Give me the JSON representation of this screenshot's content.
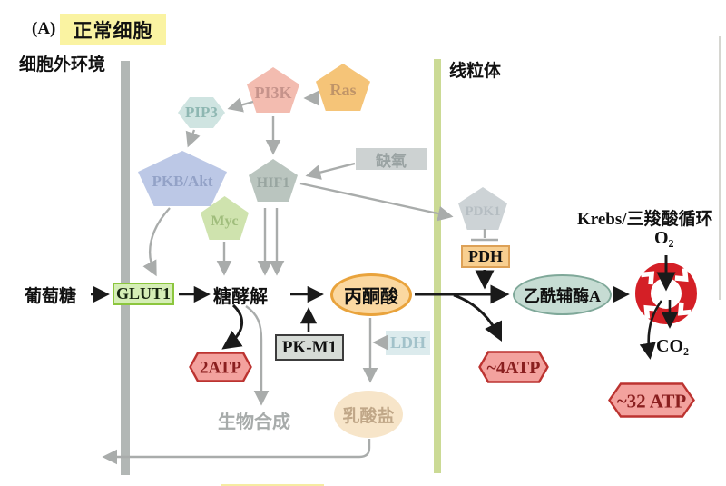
{
  "panel": {
    "label": "(A)",
    "title": "正常细胞"
  },
  "regions": {
    "extracellular": "细胞外环境",
    "mitochondria": "线粒体"
  },
  "signaling": {
    "pi3k": "PI3K",
    "ras": "Ras",
    "pip3": "PIP3",
    "pkb_akt": "PKB/Akt",
    "hif1": "HIF1",
    "myc": "Myc",
    "pdk1": "PDK1",
    "hypoxia": "缺氧"
  },
  "metabolism": {
    "glucose": "葡萄糖",
    "glut1": "GLUT1",
    "glycolysis": "糖酵解",
    "pyruvate": "丙酮酸",
    "pk_m1": "PK-M1",
    "ldh": "LDH",
    "atp_2": "2ATP",
    "biosynthesis": "生物合成",
    "lactate": "乳酸盐",
    "pdh": "PDH",
    "acetyl_coa": "乙酰辅酶A",
    "atp_4": "~4ATP",
    "krebs_cycle": "Krebs/三羧酸循环",
    "o2": "O₂",
    "co2": "CO₂",
    "atp_32": "~32 ATP"
  },
  "colors": {
    "highlight_yellow": "#faf3a2",
    "cell_membrane_gray": "#b2b7b5",
    "mito_membrane_green": "#cbda95",
    "gray_arrow": "#a9acab",
    "black_arrow": "#1a1a1a",
    "pi3k_fill": "#f3bcb0",
    "ras_fill": "#f5c478",
    "pip3_fill": "#cfe4e1",
    "pkb_akt_fill": "#bcc8e6",
    "hif1_fill": "#bac5bf",
    "myc_fill": "#cfe3ae",
    "pdk1_fill": "#cdd3d6",
    "hypoxia_fill": "#cdd2d2",
    "glut1_fill": "#d5eeb6",
    "glut1_border": "#8cc63e",
    "pyruvate_fill": "#fbd8a1",
    "pyruvate_border": "#e9a33c",
    "pdh_fill": "#f8cf90",
    "pdh_border": "#dda157",
    "pkm1_fill": "#d6dbd6",
    "pkm1_border": "#3c3c3c",
    "ldh_fill": "#dcebed",
    "atp_fill": "#f3a29e",
    "atp_border": "#bc3330",
    "atp_text": "#8a1f1f",
    "acetyl_coa_fill": "#c6dcd3",
    "acetyl_coa_border": "#7fa899",
    "lactate_fill": "#f7e5c9",
    "krebs_red": "#d41f26"
  }
}
